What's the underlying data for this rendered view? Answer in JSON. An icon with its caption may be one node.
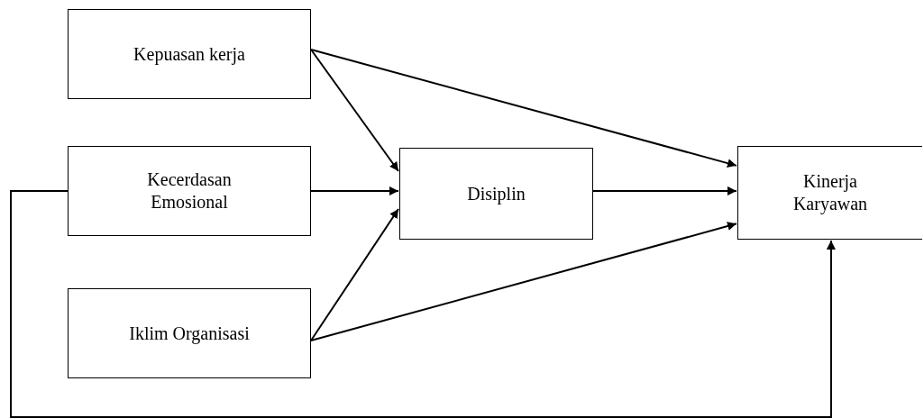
{
  "diagram": {
    "nodes": [
      {
        "text": [
          "Kepuasan kerja"
        ]
      },
      {
        "text": [
          "Kecerdasan Emosional"
        ]
      },
      {
        "text": [
          "Disiplin"
        ]
      },
      {
        "text": [
          "Iklim Organisasi"
        ]
      },
      {
        "text": [
          "Kinerja Karyawan"
        ]
      }
    ],
    "edges": [
      {
        "from": 0,
        "to": 2,
        "arrow": "to"
      },
      {
        "from": 0,
        "to": 4,
        "arrow": "to"
      },
      {
        "from": 1,
        "to": 2,
        "arrow": "to"
      },
      {
        "from": 2,
        "to": 4,
        "arrow": "to"
      },
      {
        "from": 3,
        "to": 2,
        "arrow": "to"
      },
      {
        "from": 3,
        "to": 4,
        "arrow": "to"
      },
      {
        "from": 1,
        "to": 4,
        "arrow": "to"
      }
    ]
  }
}
